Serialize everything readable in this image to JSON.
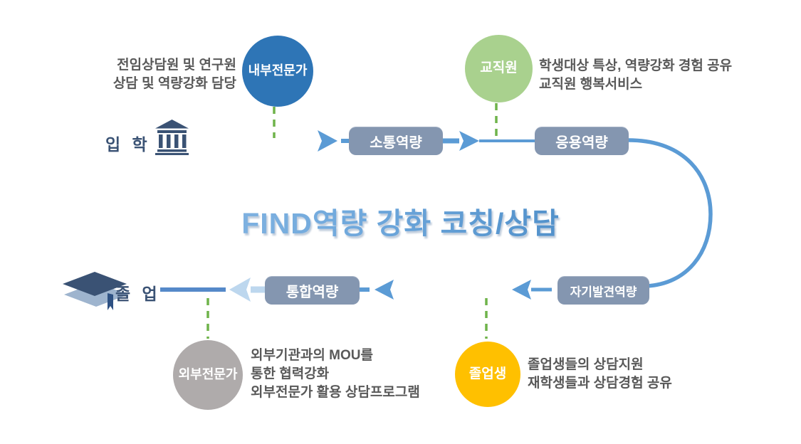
{
  "title": "FIND역량 강화 코칭/상담",
  "flow": {
    "entry_label": "입 학",
    "exit_label": "졸 업",
    "steps": [
      {
        "label": "소통역량"
      },
      {
        "label": "응용역량"
      },
      {
        "label": "자기발견역량"
      },
      {
        "label": "통합역량"
      }
    ]
  },
  "annotations": {
    "internal_expert": {
      "circle_label": "내부전문가",
      "circle_color": "#2E75B6",
      "lines": [
        "전임상담원 및 연구원",
        "상담 및 역량강화 담당"
      ]
    },
    "faculty": {
      "circle_label": "교직원",
      "circle_color": "#A9D18E",
      "lines": [
        "학생대상 특상, 역량강화 경험 공유",
        "교직원 행복서비스"
      ]
    },
    "external_expert": {
      "circle_label": "외부전문가",
      "circle_color": "#AFABAB",
      "lines": [
        "외부기관과의 MOU를",
        "통한 협력강화",
        "외부전문가 활용 상담프로그램"
      ]
    },
    "graduates": {
      "circle_label": "졸업생",
      "circle_color": "#FFC000",
      "lines": [
        "졸업생들의 상담지원",
        "재학생들과 상담경험 공유"
      ]
    }
  },
  "colors": {
    "arrow_blue": "#5B9BD5",
    "arrow_light_blue": "#BDD7EE",
    "step_box_fill": "#8496B0",
    "dashed_connector_green": "#6FB34A",
    "icon_navy": "#3A5274",
    "annotation_text_gray": "#595959"
  }
}
